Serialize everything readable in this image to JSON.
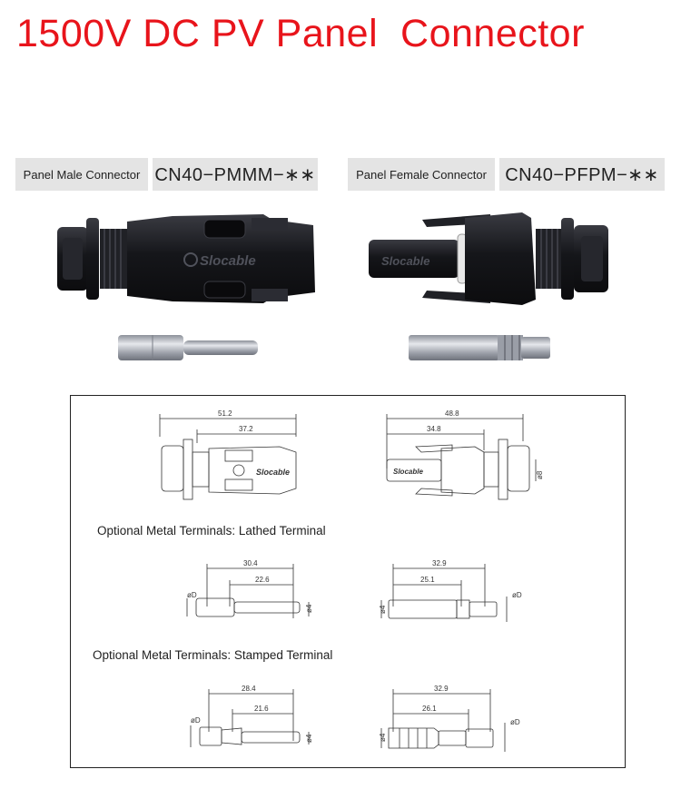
{
  "title": "1500V DC PV Panel  Connector",
  "male": {
    "label": "Panel Male Connector",
    "code": "CN40−PMMM−∗∗",
    "brand": "Slocable"
  },
  "female": {
    "label": "Panel Female Connector",
    "code": "CN40−PFPM−∗∗",
    "brand": "Slocable"
  },
  "drawing": {
    "male_overall": "51.2",
    "male_body": "37.2",
    "female_overall": "48.8",
    "female_body": "34.8",
    "female_dia": "ø8",
    "lathed_label": "Optional Metal Terminals: Lathed Terminal",
    "lathed_male_overall": "30.4",
    "lathed_male_inner": "22.6",
    "lathed_female_overall": "32.9",
    "lathed_female_inner": "25.1",
    "stamped_label": "Optional Metal Terminals: Stamped Terminal",
    "stamped_male_overall": "28.4",
    "stamped_male_inner": "21.6",
    "stamped_female_overall": "32.9",
    "stamped_female_inner": "26.1",
    "dia_d": "øD",
    "dia_4": "ø4"
  },
  "colors": {
    "title": "#e8141b",
    "label_bg": "#e4e4e4",
    "plastic": "#1b1b1f",
    "metal": "#b9bcc4"
  }
}
